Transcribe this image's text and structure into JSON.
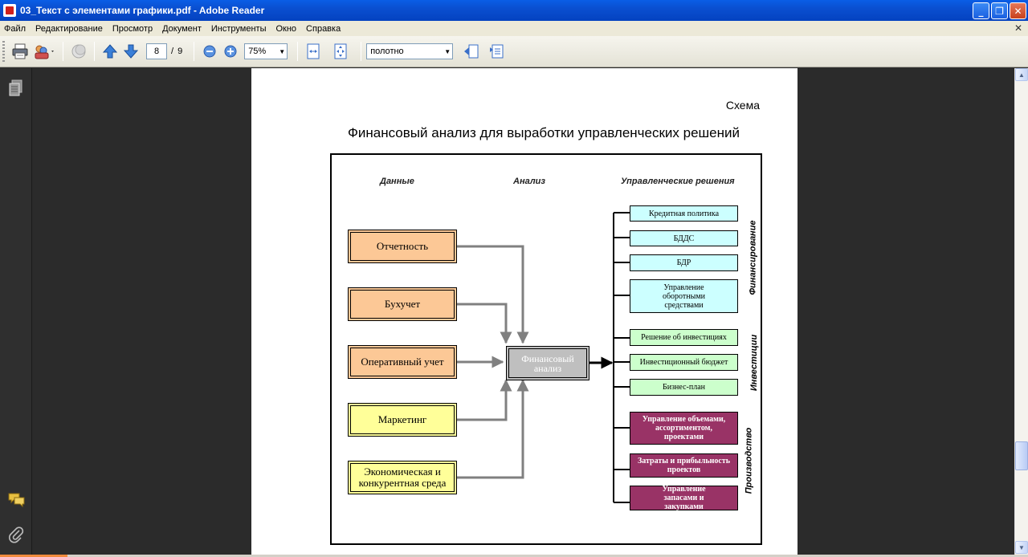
{
  "window": {
    "title": "03_Текст с элементами графики.pdf - Adobe Reader",
    "minimize": "_",
    "maximize": "❐",
    "close": "✕"
  },
  "menu": {
    "items": [
      "Файл",
      "Редактирование",
      "Просмотр",
      "Документ",
      "Инструменты",
      "Окно",
      "Справка"
    ],
    "close_doc": "✕"
  },
  "toolbar": {
    "page_current": "8",
    "page_sep": "/",
    "page_total": "9",
    "zoom": "75%",
    "view_mode": "полотно"
  },
  "page": {
    "schema_label": "Схема",
    "title": "Финансовый анализ для выработки управленческих решений",
    "headers": {
      "data": "Данные",
      "analysis": "Анализ",
      "decisions": "Управленческие решения"
    },
    "sources": [
      {
        "label": "Отчетность",
        "color": "#fcc896"
      },
      {
        "label": "Бухучет",
        "color": "#fcc896"
      },
      {
        "label": "Оперативный учет",
        "color": "#fcc896"
      },
      {
        "label": "Маркетинг",
        "color": "#ffff99"
      },
      {
        "label": "Экономическая и конкурентная среда",
        "color": "#ffff99"
      }
    ],
    "analysis_box": "Финансовый анализ",
    "groups": [
      {
        "name": "Финансирование",
        "color": "#ccffff",
        "items": [
          "Кредитная политика",
          "БДДС",
          "БДР",
          "Управление оборотными средствами"
        ]
      },
      {
        "name": "Инвестиции",
        "color": "#ccffcc",
        "items": [
          "Решение об инвестициях",
          "Инвестиционный бюджет",
          "Бизнес-план"
        ]
      },
      {
        "name": "Производство",
        "color": "#993366",
        "items": [
          "Управление объемами, ассортиментом, проектами",
          "Затраты и прибыльность проектов",
          "Управление запасами и закупками"
        ]
      }
    ]
  }
}
